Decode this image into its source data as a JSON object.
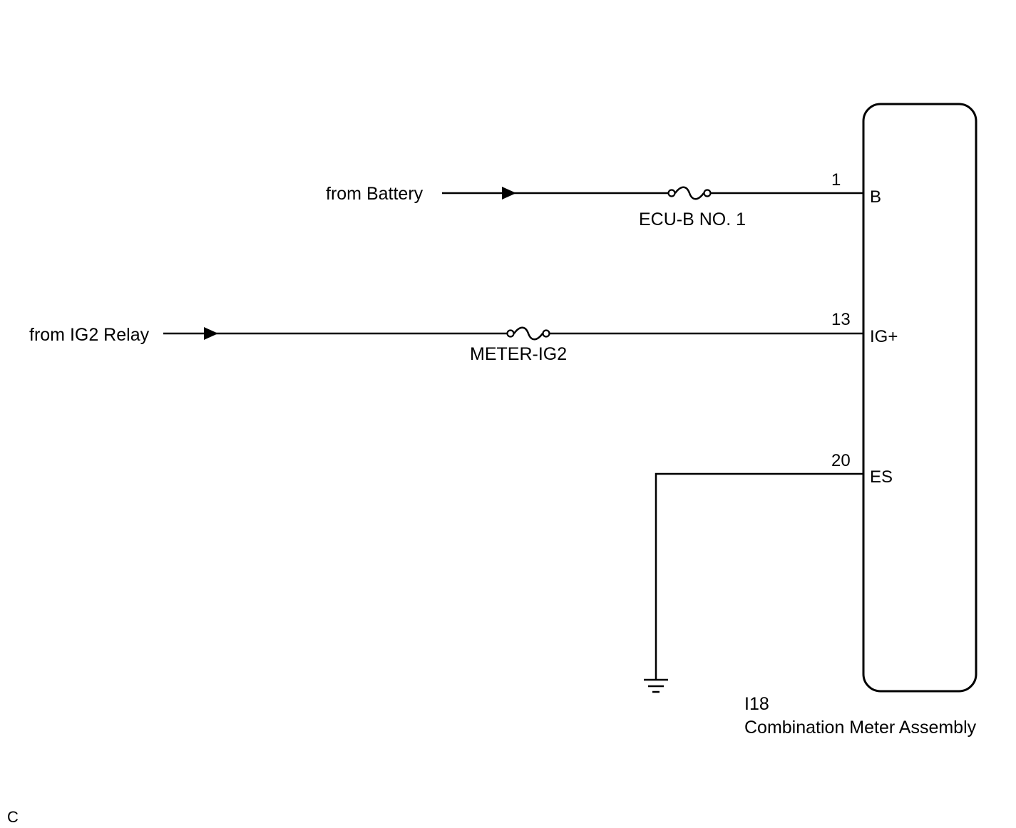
{
  "diagram": {
    "sources": {
      "battery": "from Battery",
      "ig2_relay": "from IG2 Relay"
    },
    "fuses": {
      "ecu_b": "ECU-B NO. 1",
      "meter_ig2": "METER-IG2"
    },
    "component": {
      "code": "I18",
      "name": "Combination Meter Assembly"
    },
    "pins": [
      {
        "number": "1",
        "name": "B"
      },
      {
        "number": "13",
        "name": "IG+"
      },
      {
        "number": "20",
        "name": "ES"
      }
    ],
    "corner_mark": "C"
  }
}
